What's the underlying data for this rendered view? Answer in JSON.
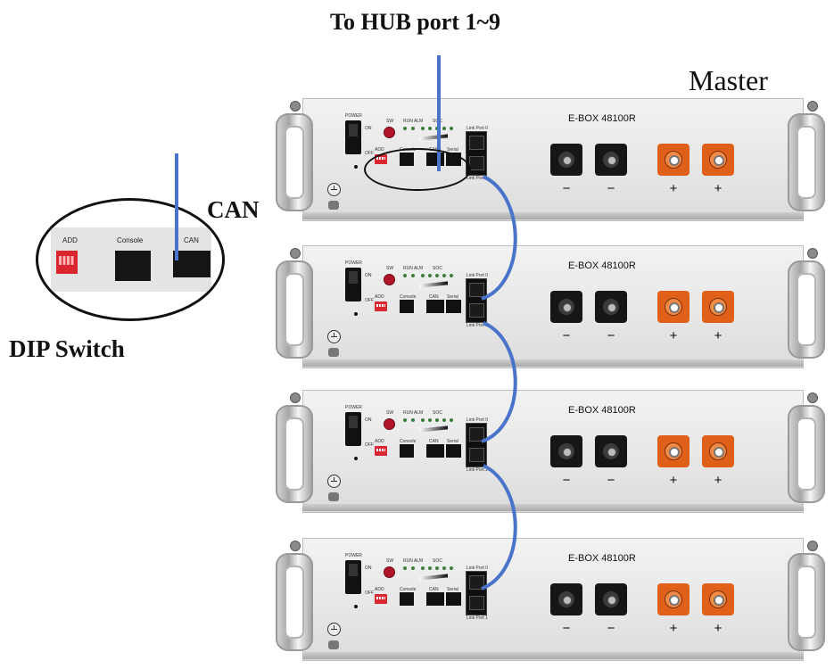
{
  "labels": {
    "hub": "To HUB port 1~9",
    "master": "Master",
    "can": "CAN",
    "dip_switch": "DIP Switch"
  },
  "inset": {
    "add": "ADD",
    "console": "Console",
    "can": "CAN"
  },
  "unit_text": {
    "model": "E-BOX 48100R",
    "power": "POWER",
    "on": "ON",
    "off": "OFF",
    "sw": "SW",
    "run_alm": "RUN ALM",
    "soc": "SOC",
    "add": "ADD",
    "console": "Console",
    "can": "CAN",
    "serial": "Serial",
    "link_port_0": "Link Port 0",
    "link_port_1": "Link Port 1",
    "minus": "−",
    "plus": "+"
  },
  "units": [
    {
      "model": "E-BOX 48100R"
    },
    {
      "model": "E-BOX 48100R"
    },
    {
      "model": "E-BOX 48100R"
    },
    {
      "model": "E-BOX 48100R"
    }
  ],
  "colors": {
    "cable": "#4a74c9",
    "negative_terminal": "#161616",
    "positive_terminal": "#e0601a",
    "dip": "#d9262f"
  }
}
